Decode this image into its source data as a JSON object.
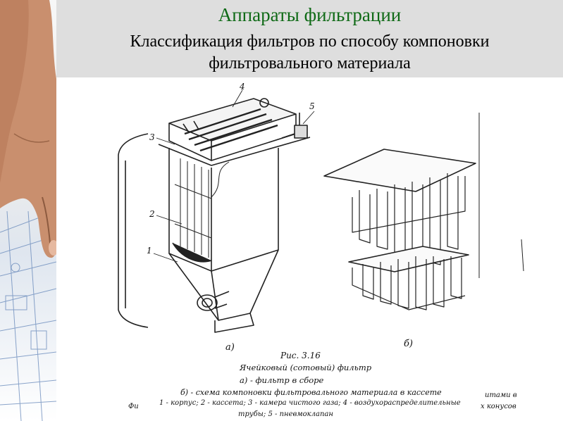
{
  "header": {
    "title": "Аппараты фильтрации",
    "subtitle_line1": "Классификация фильтров по способу компоновки",
    "subtitle_line2": "фильтровального материала"
  },
  "figure": {
    "part_numbers": [
      "1",
      "2",
      "3",
      "4",
      "5"
    ],
    "label_a": "а)",
    "label_b": "б)",
    "caption_number": "Рис. 3.16",
    "caption_title": "Ячейковый (сотовый) фильтр",
    "caption_a": "а) - фильтр в сборе",
    "caption_b": "б) - схема компоновки фильтровального материала в кассете",
    "legend_line1": "1 - корпус; 2 - кассета; 3 - камера чистого газа; 4 - воздухораспределительные",
    "legend_line2": "трубы; 5 - пневмоклапан",
    "fragment_left": "Фи",
    "fragment_right1": "итами в",
    "fragment_right2": "х конусов"
  },
  "colors": {
    "title": "#0f6a16",
    "header_bg": "#dedede"
  },
  "icons": [
    "hand-photo",
    "blueprint-background"
  ]
}
